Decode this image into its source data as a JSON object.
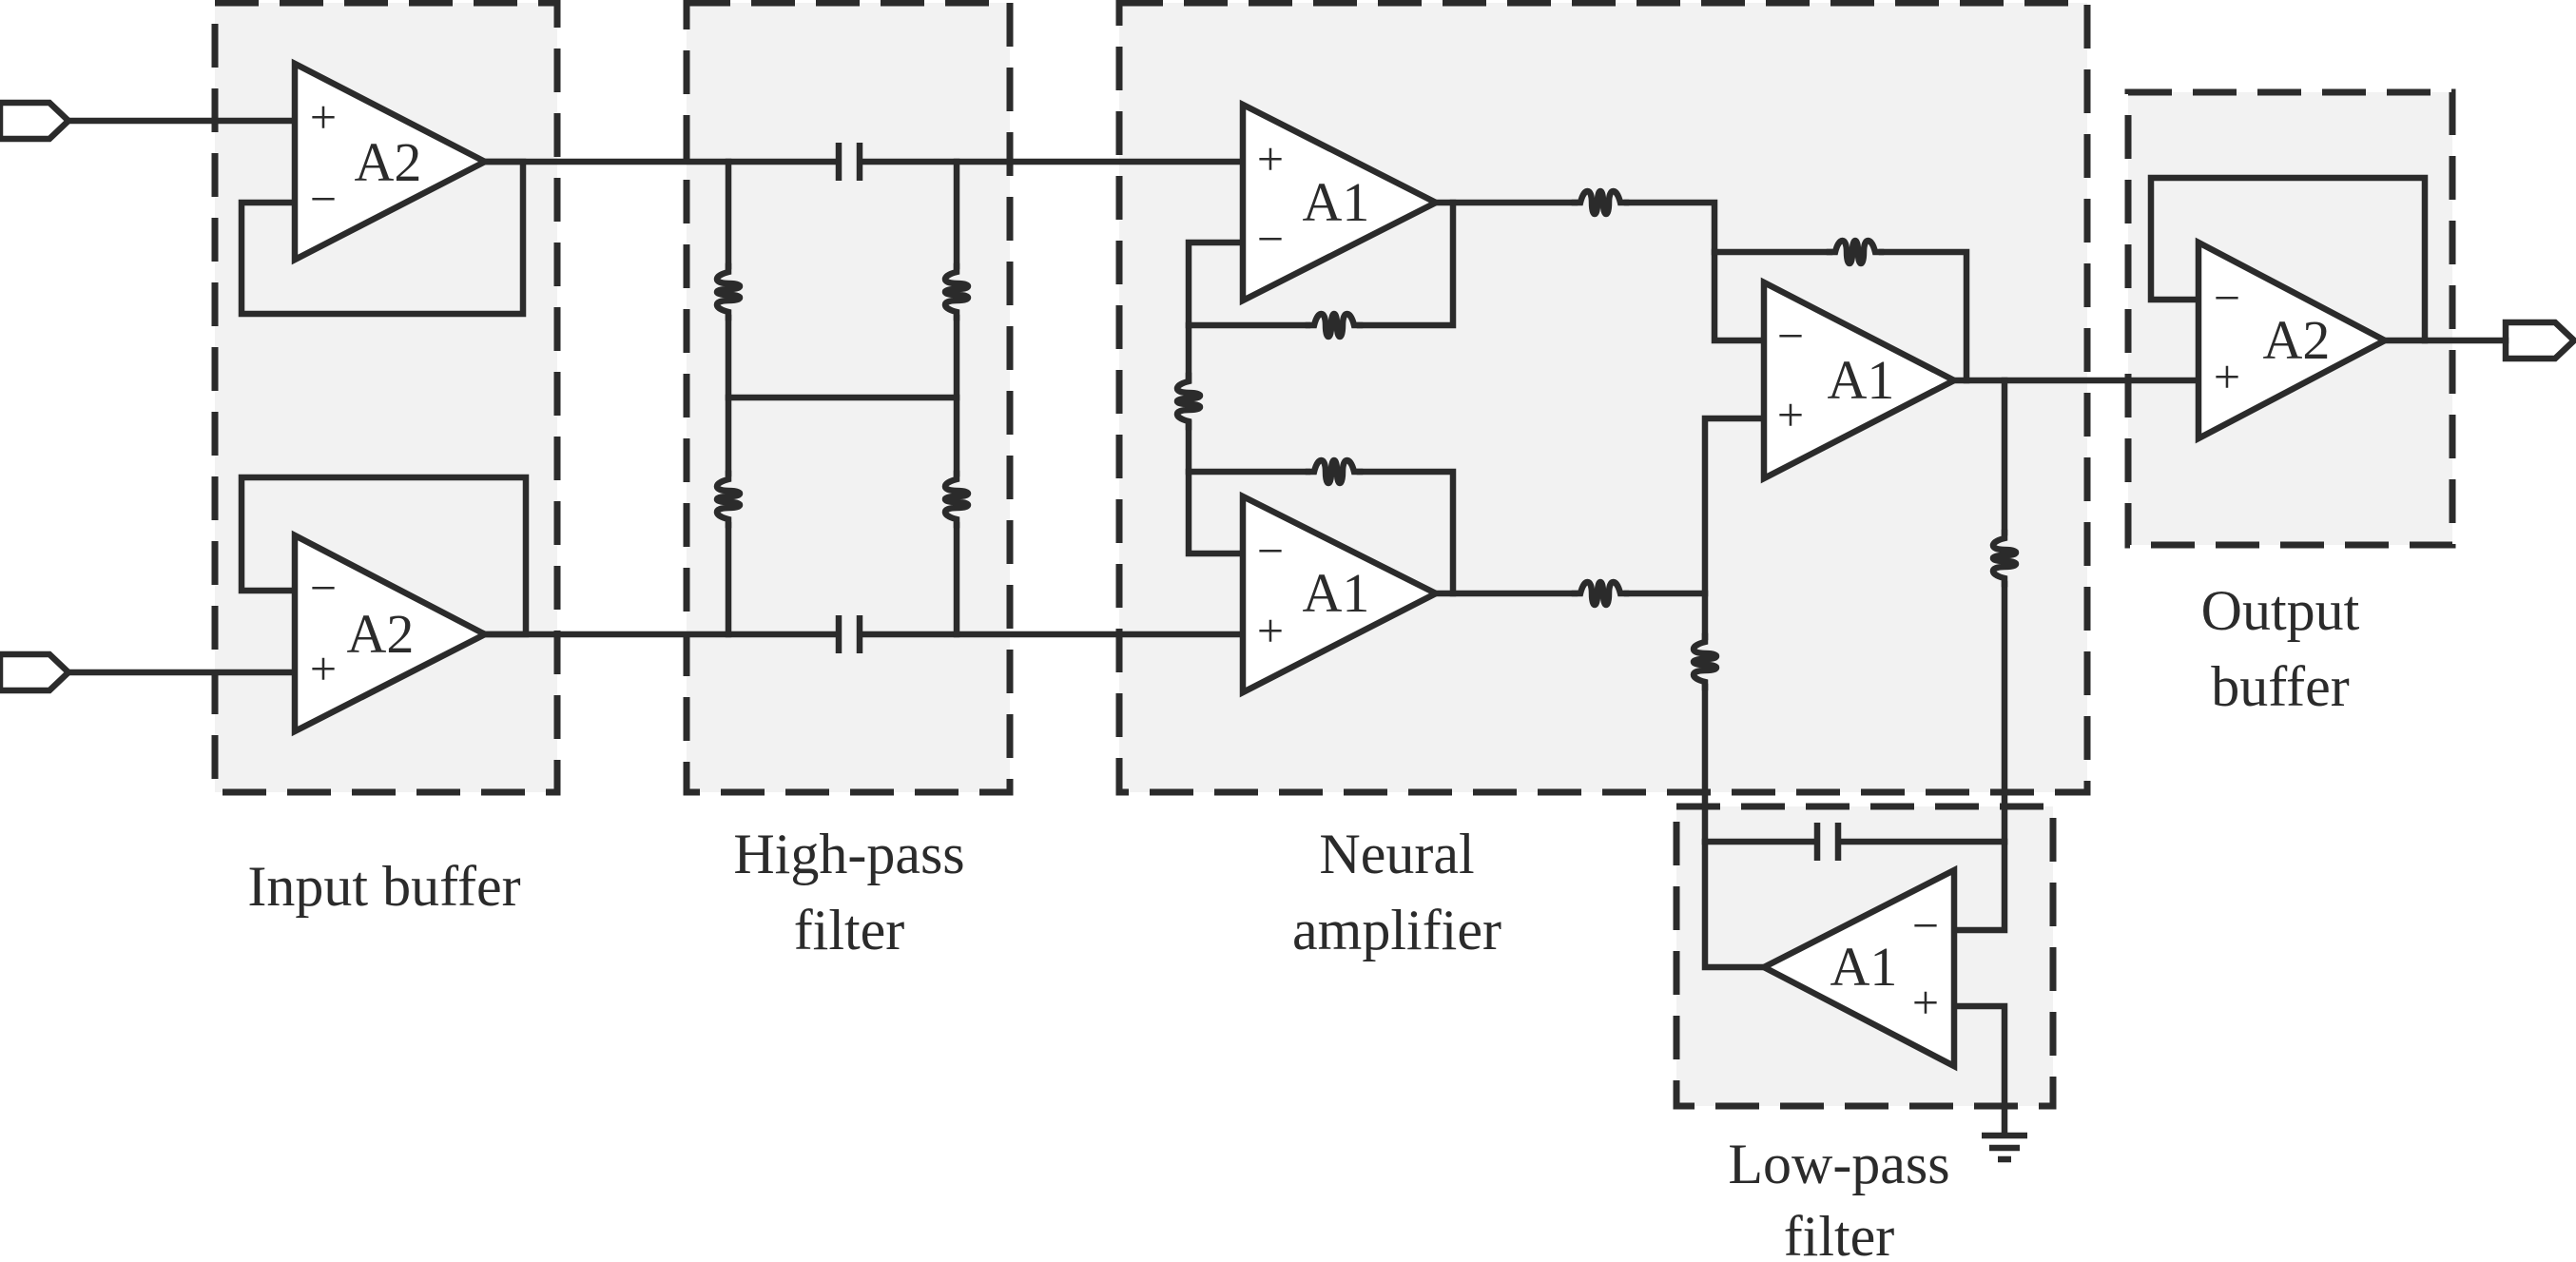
{
  "blocks": {
    "input_buffer": {
      "label_lines": [
        "Input buffer"
      ]
    },
    "high_pass_filter": {
      "label_lines": [
        "High-pass",
        "filter"
      ]
    },
    "neural_amplifier": {
      "label_lines": [
        "Neural",
        "amplifier"
      ]
    },
    "low_pass_filter": {
      "label_lines": [
        "Low-pass",
        "filter"
      ]
    },
    "output_buffer": {
      "label_lines": [
        "Output",
        "buffer"
      ]
    }
  },
  "amplifiers": {
    "input_top": "A2",
    "input_bottom": "A2",
    "neural_top": "A1",
    "neural_bottom": "A1",
    "neural_diff": "A1",
    "low_pass": "A1",
    "output": "A2"
  },
  "signs": {
    "plus": "+",
    "minus": "−"
  },
  "colors": {
    "line": "#2b2b2b",
    "block_fill": "#f2f2f2",
    "background": "#ffffff"
  }
}
